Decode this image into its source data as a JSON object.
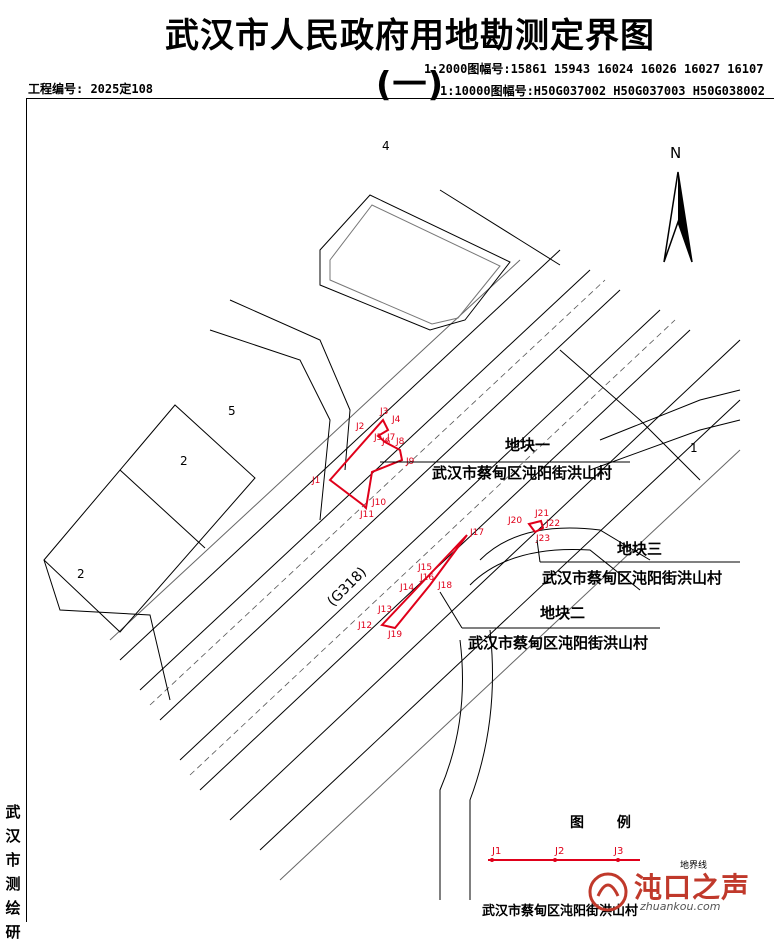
{
  "title": "武汉市人民政府用地勘测定界图(一)",
  "scale_2000": "1:2000图幅号:15861 15943 16024 16026 16027 16107",
  "scale_10000": "1:10000图幅号:H50G037002 H50G037003 H50G038002",
  "project_no": "工程编号: 2025定108",
  "north": "N",
  "road_label": "(G318)",
  "parcel_numbers": [
    "4",
    "5",
    "2",
    "2",
    "1"
  ],
  "plots": [
    {
      "name": "地块一",
      "location": "武汉市蔡甸区沌阳街洪山村"
    },
    {
      "name": "地块二",
      "location": "武汉市蔡甸区沌阳街洪山村"
    },
    {
      "name": "地块三",
      "location": "武汉市蔡甸区沌阳街洪山村"
    }
  ],
  "points": {
    "plot1": [
      "J1",
      "J2",
      "J3",
      "J4",
      "J5",
      "J6",
      "J7",
      "J8",
      "J9",
      "J10",
      "J11"
    ],
    "plot2": [
      "J12",
      "J13",
      "J14",
      "J15",
      "J16",
      "J17",
      "J18",
      "J19"
    ],
    "plot3": [
      "J20",
      "J21",
      "J22",
      "J23"
    ]
  },
  "legend": {
    "title": "图 例",
    "points": [
      "J1",
      "J2",
      "J3"
    ],
    "boundary_label": "地界线",
    "caption": "武汉市蔡甸区沌阳街洪山村"
  },
  "side_text": "武汉市测绘研",
  "watermark": {
    "brand": "沌口之声",
    "url": "zhuankou.com"
  },
  "colors": {
    "boundary": "#e0001a",
    "line": "#000000",
    "light": "#888888"
  }
}
